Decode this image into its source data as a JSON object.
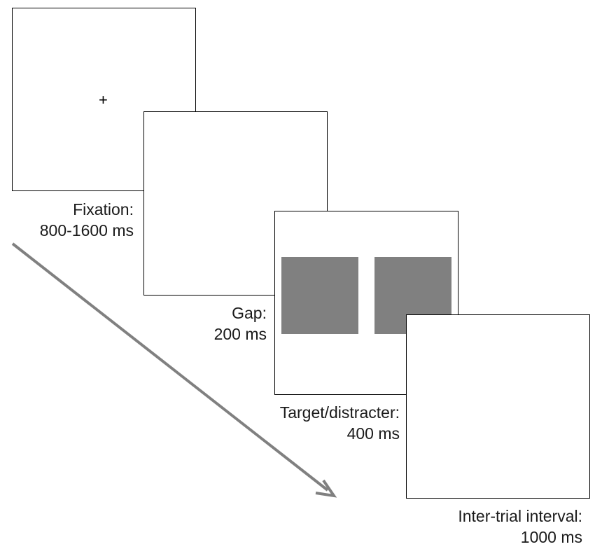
{
  "colors": {
    "frame_border": "#000000",
    "stimulus_fill": "#808080",
    "arrow": "#808080",
    "text": "#1a1a1a"
  },
  "fixation": {
    "symbol": "+",
    "name": "Fixation:",
    "duration": "800-1600 ms"
  },
  "gap": {
    "name": "Gap:",
    "duration": "200 ms"
  },
  "target": {
    "name": "Target/distracter:",
    "duration": "400 ms"
  },
  "iti": {
    "name": "Inter-trial interval:",
    "duration": "1000 ms"
  }
}
